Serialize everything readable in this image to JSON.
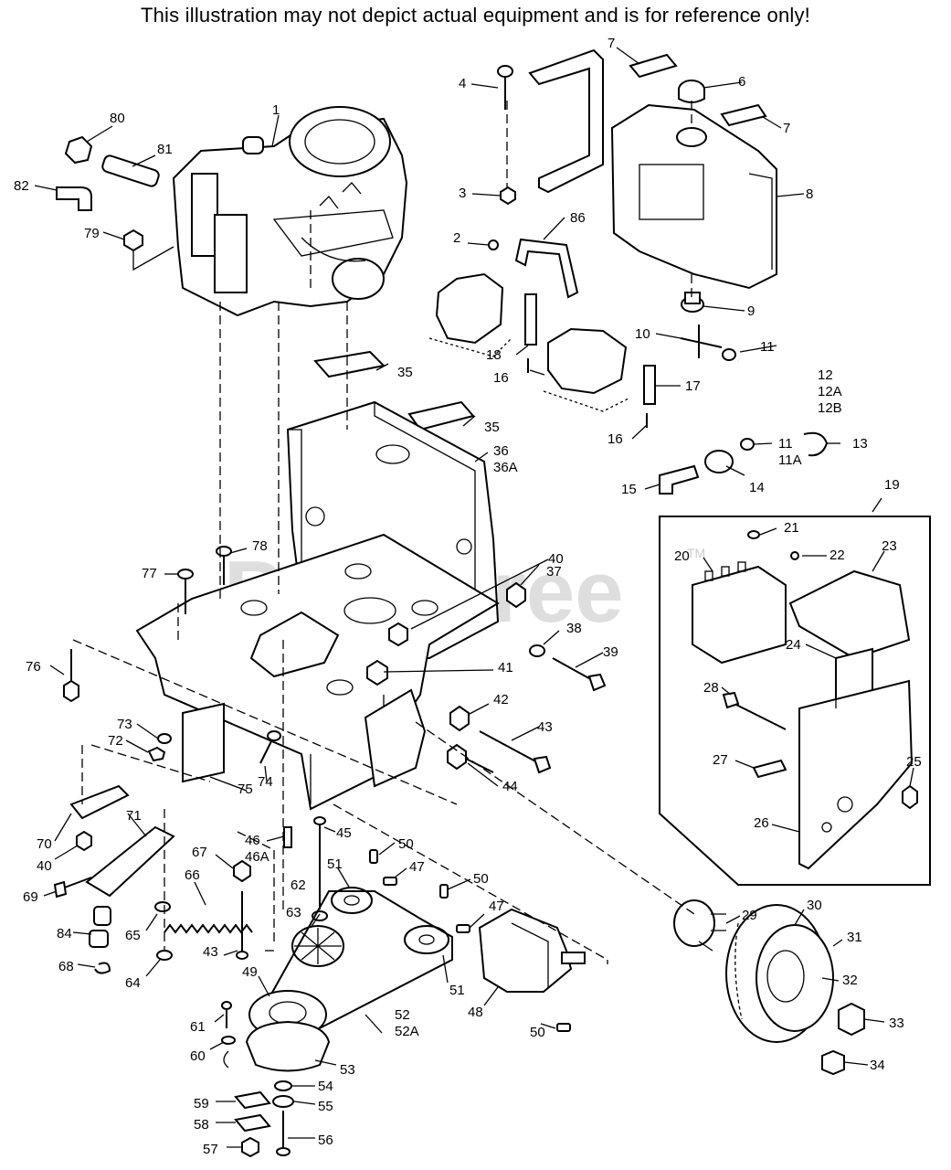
{
  "disclaimer": "This illustration may not depict actual equipment and is for reference only!",
  "watermark": "PartsTree",
  "trademark": "TM",
  "callouts": {
    "c1": "1",
    "c2": "2",
    "c3": "3",
    "c4": "4",
    "c6": "6",
    "c7a": "7",
    "c7b": "7",
    "c8": "8",
    "c9": "9",
    "c10": "10",
    "c11a": "11",
    "c11b": "11",
    "c11A": "11A",
    "c12": "12",
    "c12A": "12A",
    "c12B": "12B",
    "c13": "13",
    "c14": "14",
    "c15": "15",
    "c16a": "16",
    "c16b": "16",
    "c17": "17",
    "c18": "18",
    "c19": "19",
    "c20": "20",
    "c21": "21",
    "c22": "22",
    "c23": "23",
    "c24": "24",
    "c25": "25",
    "c26": "26",
    "c27": "27",
    "c28": "28",
    "c29": "29",
    "c30": "30",
    "c31": "31",
    "c32": "32",
    "c33": "33",
    "c34": "34",
    "c35a": "35",
    "c35b": "35",
    "c36": "36",
    "c36A": "36A",
    "c37": "37",
    "c38": "38",
    "c39": "39",
    "c40a": "40",
    "c40b": "40",
    "c41": "41",
    "c42": "42",
    "c43a": "43",
    "c43b": "43",
    "c44": "44",
    "c45": "45",
    "c46": "46",
    "c46A": "46A",
    "c47a": "47",
    "c47b": "47",
    "c48": "48",
    "c49": "49",
    "c50a": "50",
    "c50b": "50",
    "c50c": "50",
    "c51a": "51",
    "c51b": "51",
    "c52": "52",
    "c52A": "52A",
    "c53": "53",
    "c54": "54",
    "c55": "55",
    "c56": "56",
    "c57": "57",
    "c58": "58",
    "c59": "59",
    "c60": "60",
    "c61": "61",
    "c62": "62",
    "c63": "63",
    "c64": "64",
    "c65": "65",
    "c66": "66",
    "c67": "67",
    "c68": "68",
    "c69": "69",
    "c70": "70",
    "c71": "71",
    "c72": "72",
    "c73": "73",
    "c74": "74",
    "c75": "75",
    "c76": "76",
    "c77": "77",
    "c78": "78",
    "c79": "79",
    "c80": "80",
    "c81": "81",
    "c82": "82",
    "c84": "84",
    "c86": "86"
  }
}
